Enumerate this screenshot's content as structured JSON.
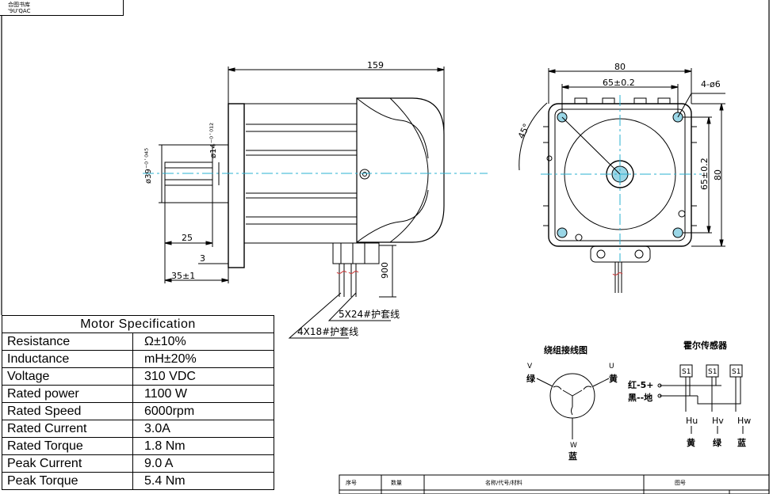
{
  "stamp": {
    "line1": "合图书库",
    "line2": "'9U'QAC"
  },
  "side_view": {
    "length_label": "159",
    "shaft_length_label": "25",
    "shoulder_label": "3",
    "offset_label": "35±1",
    "shaft_dia_label": "ø14⁻⁰˙⁰¹²",
    "pilot_dia_label": "ø39⁻⁰˙⁰⁴⁵",
    "lead_length_label": "900",
    "cable1_label": "5X24#护套线",
    "cable2_label": "4X18#护套线"
  },
  "front_view": {
    "width_label": "80",
    "hole_spacing_label": "65±0.2",
    "holes_label": "4-ø6",
    "angle_label": "45°",
    "height_label": "80",
    "v_spacing_label": "65±0.2"
  },
  "winding": {
    "title": "绕组接线图",
    "v_letter": "V",
    "v_color": "绿",
    "u_letter": "U",
    "u_color": "黄",
    "w_letter": "W",
    "w_color": "蓝"
  },
  "hall": {
    "title": "霍尔传感器",
    "s1": "S1",
    "s2": "S1",
    "s3": "S1",
    "red_label": "红-5+",
    "black_label": "黑--地",
    "hu": "Hu",
    "hv": "Hv",
    "hw": "Hw",
    "hu_color": "黄",
    "hv_color": "绿",
    "hw_color": "蓝"
  },
  "title_block": {
    "col1": "序号",
    "col2": "数量",
    "col3": "名称/代号/材料",
    "col4": "图号"
  },
  "spec": {
    "title": "Motor Specification",
    "rows": [
      {
        "name": "Resistance",
        "value": "Ω±10%"
      },
      {
        "name": "Inductance",
        "value": "mH±20%"
      },
      {
        "name": "Voltage",
        "value": "310  VDC"
      },
      {
        "name": "Rated  power",
        "value": "1100 W"
      },
      {
        "name": "Rated  Speed",
        "value": "6000rpm"
      },
      {
        "name": "Rated  Current",
        "value": "3.0A"
      },
      {
        "name": "Rated  Torque",
        "value": "1.8  Nm"
      },
      {
        "name": "Peak  Current",
        "value": "9.0  A"
      },
      {
        "name": "Peak  Torque",
        "value": "5.4  Nm"
      }
    ]
  },
  "colors": {
    "centerline": "#2ab0d0",
    "hole_fill": "#9ad6e6",
    "line": "#000000"
  }
}
